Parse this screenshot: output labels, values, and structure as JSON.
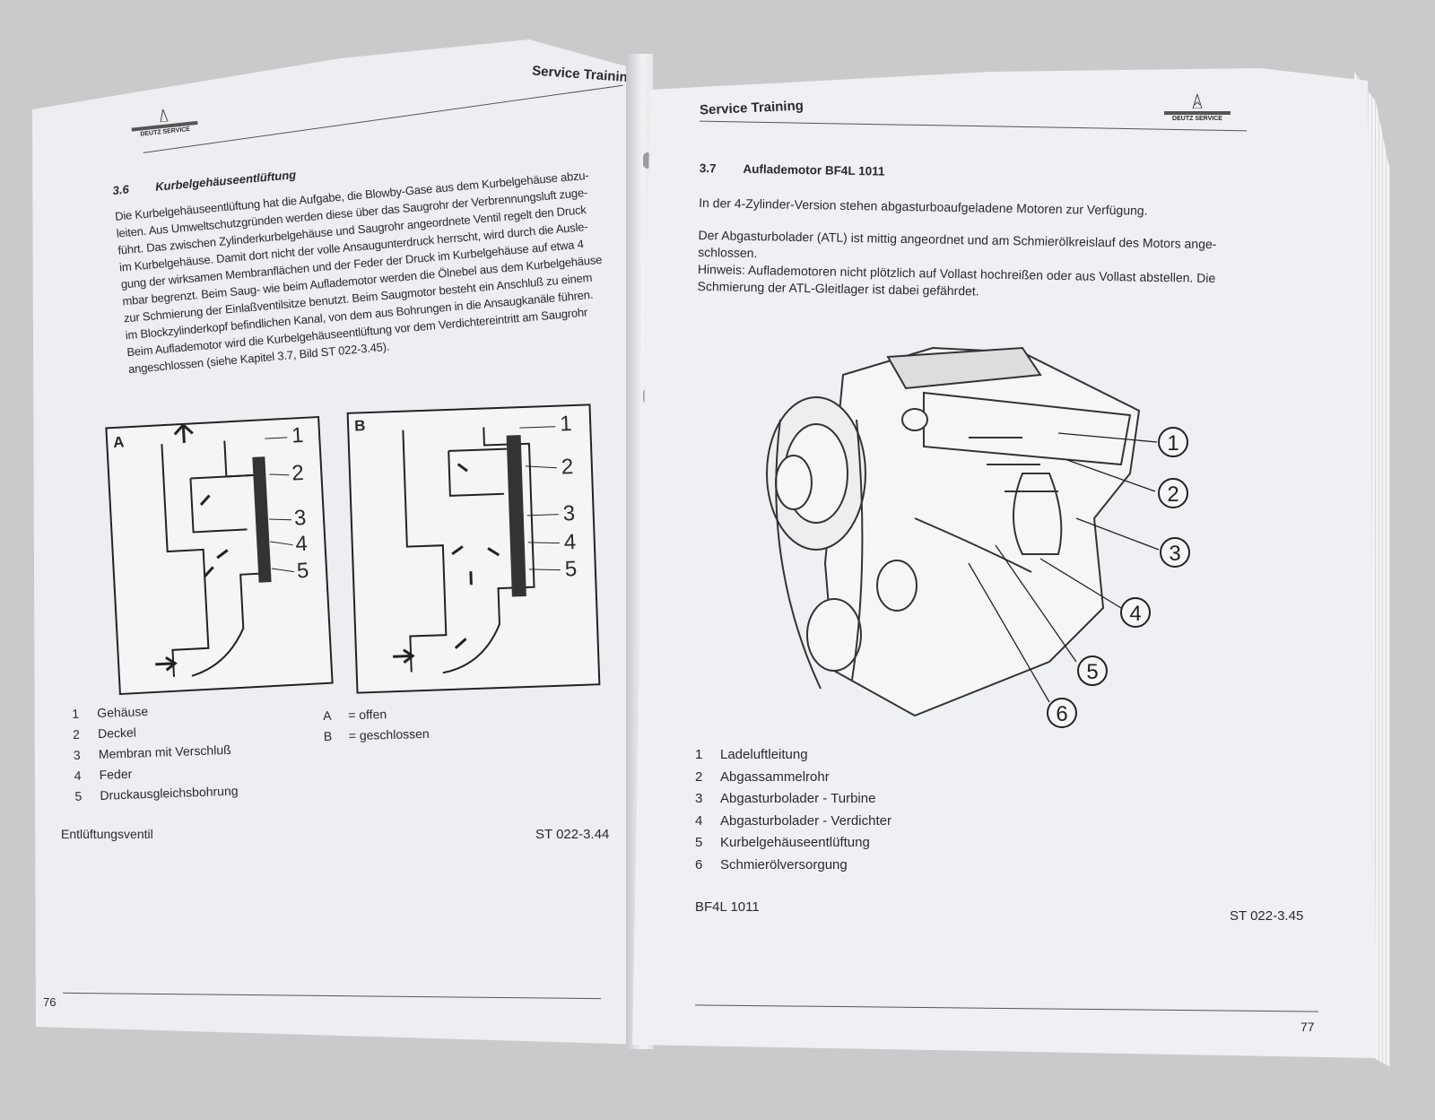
{
  "left_page": {
    "header": "Service Training",
    "logo_text": "DEUTZ SERVICE",
    "section_number": "3.6",
    "section_title": "Kurbelgehäuseentlüftung",
    "paragraph_lines": [
      "Die Kurbelgehäuseentlüftung hat die Aufgabe, die Blowby-Gase aus dem Kurbelgehäuse abzu-",
      "leiten. Aus Umweltschutzgründen werden diese über das Saugrohr der Verbrennungsluft zuge-",
      "führt. Das zwischen Zylinderkurbelgehäuse und Saugrohr angeordnete Ventil regelt den Druck",
      "im Kurbelgehäuse. Damit dort nicht der volle Ansaugunterdruck herrscht, wird durch die Ausle-",
      "gung der wirksamen Membranflächen und der Feder der Druck im Kurbelgehäuse auf etwa 4",
      "mbar begrenzt. Beim Saug- wie beim Auflademotor werden die Ölnebel aus dem Kurbelgehäuse",
      "zur Schmierung der Einlaßventilsitze benutzt. Beim Saugmotor besteht ein Anschluß zu einem",
      "im Blockzylinderkopf befindlichen Kanal, von dem aus Bohrungen in die Ansaugkanäle führen.",
      "Beim Auflademotor wird die Kurbelgehäuseentlüftung vor dem Verdichtereintritt am Saugrohr",
      "angeschlossen (siehe Kapitel 3.7, Bild ST 022-3.45)."
    ],
    "diagram_a": {
      "label": "A",
      "callouts": [
        "1",
        "2",
        "3",
        "4",
        "5"
      ]
    },
    "diagram_b": {
      "label": "B",
      "callouts": [
        "1",
        "2",
        "3",
        "4",
        "5"
      ]
    },
    "legend": [
      {
        "n": "1",
        "text": "Gehäuse"
      },
      {
        "n": "2",
        "text": "Deckel"
      },
      {
        "n": "3",
        "text": "Membran mit Verschluß"
      },
      {
        "n": "4",
        "text": "Feder"
      },
      {
        "n": "5",
        "text": "Druckausgleichsbohrung"
      }
    ],
    "state_legend": [
      {
        "key": "A",
        "text": "= offen"
      },
      {
        "key": "B",
        "text": "= geschlossen"
      }
    ],
    "caption": "Entlüftungsventil",
    "figure_id": "ST 022-3.44",
    "page_number": "76"
  },
  "right_page": {
    "header": "Service Training",
    "logo_text": "DEUTZ SERVICE",
    "section_number": "3.7",
    "section_title": "Auflademotor BF4L 1011",
    "paragraph1": "In der 4-Zylinder-Version stehen abgasturboaufgeladene Motoren zur Verfügung.",
    "paragraph2_lines": [
      "Der Abgasturbolader (ATL) ist mittig angeordnet und am Schmierölkreislauf des Motors ange-",
      "schlossen.",
      "Hinweis: Auflademotoren nicht plötzlich auf Vollast hochreißen oder aus Vollast abstellen. Die",
      "Schmierung der ATL-Gleitlager ist dabei gefährdet."
    ],
    "engine_callouts": [
      "1",
      "2",
      "3",
      "4",
      "5",
      "6"
    ],
    "legend": [
      {
        "n": "1",
        "text": "Ladeluftleitung"
      },
      {
        "n": "2",
        "text": "Abgassammelrohr"
      },
      {
        "n": "3",
        "text": "Abgasturbolader - Turbine"
      },
      {
        "n": "4",
        "text": "Abgasturbolader - Verdichter"
      },
      {
        "n": "5",
        "text": "Kurbelgehäuseentlüftung"
      },
      {
        "n": "6",
        "text": "Schmierölversorgung"
      }
    ],
    "caption": "BF4L 1011",
    "figure_id": "ST 022-3.45",
    "page_number": "77"
  }
}
